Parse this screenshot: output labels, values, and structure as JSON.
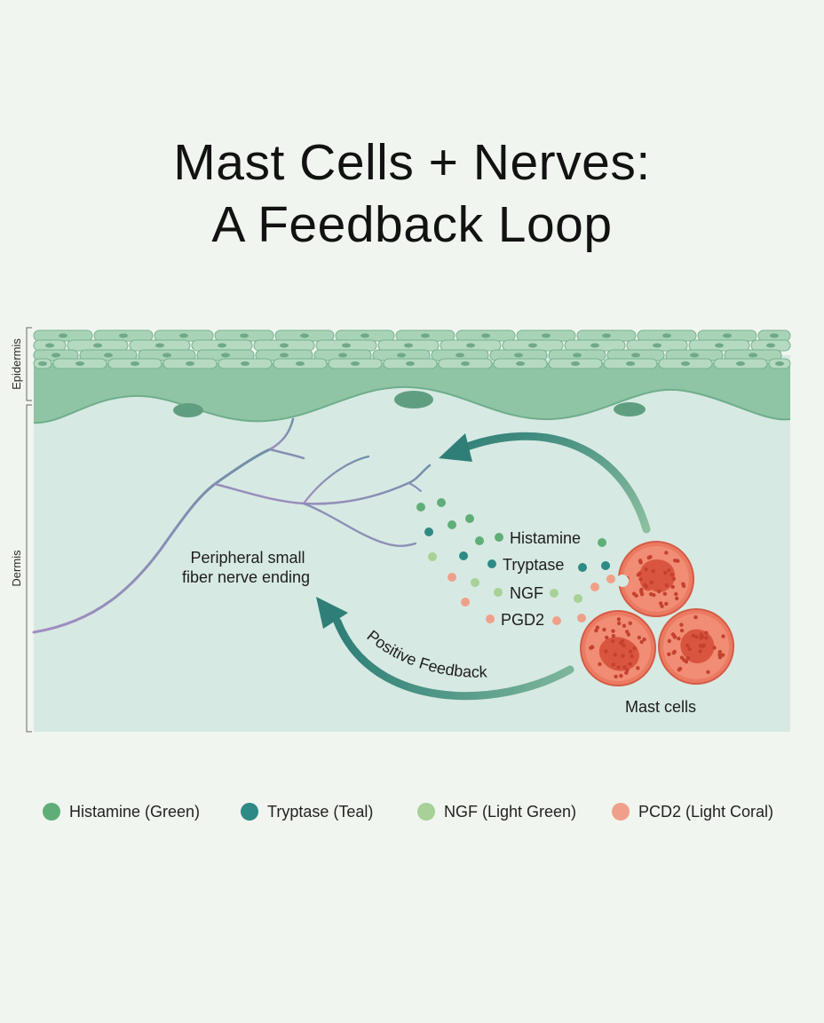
{
  "title": {
    "line1": "Mast Cells + Nerves:",
    "line2": "A Feedback Loop"
  },
  "layers": {
    "epidermis": "Epidermis",
    "dermis": "Dermis"
  },
  "labels": {
    "nerve_line1": "Peripheral small",
    "nerve_line2": "fiber nerve ending",
    "mast_cells": "Mast cells",
    "feedback": "Positive Feedback"
  },
  "mediators": [
    {
      "name": "Histamine",
      "color": "#5fae78"
    },
    {
      "name": "Tryptase",
      "color": "#2e8a84"
    },
    {
      "name": "NGF",
      "color": "#a7d196"
    },
    {
      "name": "PGD2",
      "color": "#f0a08a"
    }
  ],
  "legend": [
    {
      "label": "Histamine (Green)",
      "color": "#5fae78"
    },
    {
      "label": "Tryptase (Teal)",
      "color": "#2e8a84"
    },
    {
      "label": "NGF (Light Green)",
      "color": "#a7d196"
    },
    {
      "label": "PCD2 (Light Coral)",
      "color": "#f0a08a"
    }
  ],
  "colors": {
    "epidermis": "#8fc4a4",
    "dermis": "#d7e9e3",
    "nerve": "#8d86b8",
    "mast_cell": "#e96f57",
    "arrow": "#3f8e82"
  }
}
